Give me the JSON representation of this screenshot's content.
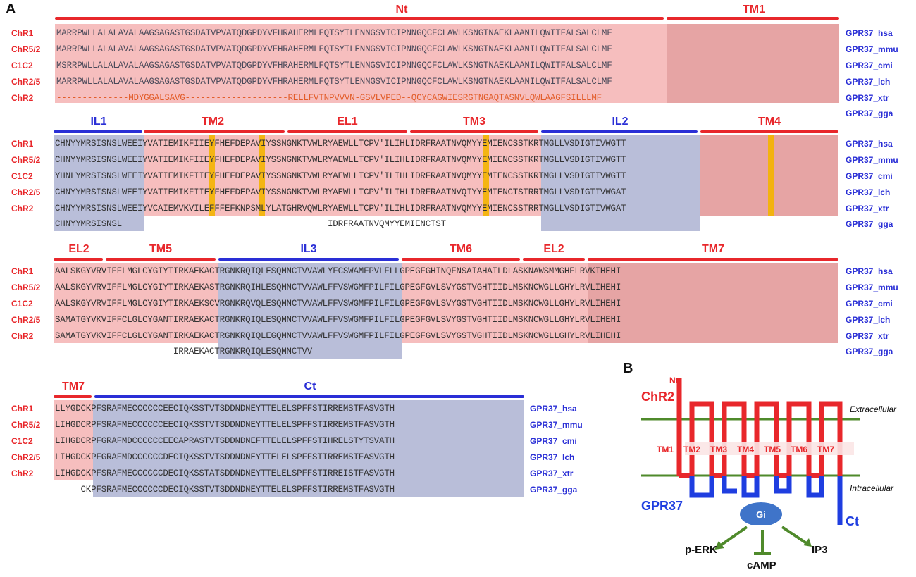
{
  "panels": {
    "a": "A",
    "b": "B"
  },
  "colors": {
    "red": "#e8272b",
    "blue": "#2a2fd6",
    "orange": "#e25d2a",
    "membrane": "#4f8a2b",
    "yellow": "#f4b400"
  },
  "block1": {
    "labels": [
      "Nt",
      "TM1"
    ],
    "rows": [
      "ChR1",
      "ChR5/2",
      "C1C2",
      "ChR2/5",
      "ChR2"
    ],
    "gpr": [
      "GPR37_hsa",
      "GPR37_mmu",
      "GPR37_cmi",
      "GPR37_lch",
      "GPR37_xtr",
      "GPR37_gga"
    ],
    "seqs": [
      "MARRPWLLALALAVALAAGSAGASTGSDATVPVATQDGPDYVFHRAHERMLFQTSYTLENNGSVICIPNNGQCFCLAWLKSNGTNAEKLAANILQWITFALSALCLMF",
      "MARRPWLLALALAVALAAGSAGASTGSDATVPVATQDGPDYVFHRAHERMLFQTSYTLENNGSVICIPNNGQCFCLAWLKSNGTNAEKLAANILQWITFALSALCLMF",
      "MSRRPWLLALALAVALAAGSAGASTGSDATVPVATQDGPDYVFHRAHERMLFQTSYTLENNGSVICIPNNGQCFCLAWLKSNGTNAEKLAANILQWITFALSALCLMF",
      "MARRPWLLALALAVALAAGSAGASTGSDATVPVATQDGPDYVFHRAHERMLFQTSYTLENNGSVICIPNNGQCFCLAWLKSNGTNAEKLAANILQWITFALSALCLMF",
      "--------------MDYGGALSAVG--------------------RELLFVTNPVVVN-GSVLVPED--QCYCAGWIESRGTNGAQTASNVLQWLAAGFSILLLMF"
    ]
  },
  "block2": {
    "labels": [
      "IL1",
      "TM2",
      "EL1",
      "TM3",
      "IL2",
      "TM4"
    ],
    "rows": [
      "ChR1",
      "ChR5/2",
      "C1C2",
      "ChR2/5",
      "ChR2"
    ],
    "gpr": [
      "GPR37_hsa",
      "GPR37_mmu",
      "GPR37_cmi",
      "GPR37_lch",
      "GPR37_xtr",
      "GPR37_gga"
    ],
    "seqs": [
      "CHNYYMRSISNSLWEEIYVATIEMIKFIIEYFHEFDEPAVIYSSNGNKTVWLRYAEWLLTCPV'ILIHLIDRFRAATNVQMYYEMIENCSSTKRTMGLLVSDIGTIVWGTT",
      "CHNYYMRSISNSLWEEIYVATIEMIKFIIEYFHEFDEPAVIYSSNGNKTVWLRYAEWLLTCPV'ILIHLIDRFRAATNVQMYYEMIENCSSTKRTMGLLVSDIGTIVWGTT",
      "YHNLYMRSISNSLWEEIYVATIEMIKFIIEYFHEFDEPAVIYSSNGNKTVWLRYAEWLLTCPV'ILIHLIDRFRAATNVQMYYEMIENCSSTKRTMGLLVSDIGTIVWGTT",
      "CHNYYMRSISNSLWEEIYVATIEMIKFIIEYFHEFDEPAVIYSSNGNKTVWLRYAEWLLTCPV'ILIHLIDRFRAATNVQIYYEMIENCTSTRRTMGLLVSDIGTIVWGAT",
      "CHNYYMRSISNSLWEEIYVCAIEMVKVILEFFFEFKNPSMLYLATGHRVQWLRYAEWLLTCPV'ILIHLIDRFRAATNVQMYYEMIENCSSTRRTMGLLVSDIGTIVWGAT",
      "CHNYYMRSISNSL                                        IDRFRAATNVQMYYEMIENCTST"
    ]
  },
  "block3": {
    "labels": [
      "EL2",
      "TM5",
      "IL3",
      "TM6",
      "EL2",
      "TM7"
    ],
    "rows": [
      "ChR1",
      "ChR5/2",
      "C1C2",
      "ChR2/5",
      "ChR2"
    ],
    "gpr": [
      "GPR37_hsa",
      "GPR37_mmu",
      "GPR37_cmi",
      "GPR37_lch",
      "GPR37_xtr",
      "GPR37_gga"
    ],
    "seqs": [
      "AALSKGYVRVIFFLMGLCYGIYTIRKAEKACTRGNKRQIQLESQMNCTVVAWLYFCSWAMFPVLFLLGPEGFGHINQFNSAIAHAILDLASKNAWSMMGHFLRVKIHEHI",
      "AALSKGYVRVIFFLMGLCYGIYTIRKAEKASTRGNKRQIHLESQMNCTVVAWLFFVSWGMFPILFILGPEGFGVLSVYGSTVGHTIIDLMSKNCWGLLGHYLRVLIHEHI",
      "AALSKGYVRVIFFLMGLCYGIYTIRKAEKSCVRGNKRQVQLESQMNCTVVAWLFFVSWGMFPILFILGPEGFGVLSVYGSTVGHTIIDLMSKNCWGLLGHYLRVLIHEHI",
      "SAMATGYVKVIFFCLGLCYGANTIRRAEKACTRGNKRQIQLESQMNCTVVAWLFFVSWGMFPILFILGPEGFGVLSVYGSTVGHTIIDLMSKNCWGLLGHYLRVLIHEHI",
      "SAMATGYVKVIFFCLGLCYGANTIRKAEKACTRGNKRQIQLEGQMNCTVVAWLFFVSWGMFPILFILGPEGFGVLSVYGSTVGHTIIDLMSKNCWGLLGHYLRVLIHEHI",
      "                       IRRAEKACTRGNKRQIQLESQMNCTVV"
    ]
  },
  "block4": {
    "labels": [
      "TM7",
      "Ct"
    ],
    "rows": [
      "ChR1",
      "ChR5/2",
      "C1C2",
      "ChR2/5",
      "ChR2"
    ],
    "gpr": [
      "GPR37_hsa",
      "GPR37_mmu",
      "GPR37_cmi",
      "GPR37_lch",
      "GPR37_xtr",
      "GPR37_gga"
    ],
    "seqs": [
      "LLYGDCKPFSRAFMECCCCCCEECIQKSSTVTSDDNDNEYTTELELSPFFSTIRREMSTFASVGTH",
      "LIHGDCRPFSRAFMECCCCCCEECIQKSSTVTSDDNDNEYTTELELSPFFSTIRREMSTFASVGTH",
      "LIHGDCRPFGRAFMDCCCCCCEECAPRASTVTSDDNDNEFTTELELSPFFSTIHRELSTYTSVATH",
      "LIHGDCKPFGRAFMDCCCCCCDECIQKSSTVTSDDNDNEYTTELELSPFFSTIRREMSTFASVGTH",
      "LIHGDCKPFSRAFMECCCCCCDECIQKSSTATSDDNDNEYTTELELSPFFSTIRREISTFASVGTH",
      "     CKPFSRAFMECCCCCCDECIQKSSTVTSDDNDNEYTTELELSPFFSTIRREMSTFASVGTH"
    ]
  },
  "panel_b": {
    "nt": "Nt",
    "chr2": "ChR2",
    "gpr37": "GPR37",
    "ct": "Ct",
    "extracellular": "Extracellular",
    "intracellular": "Intracellular",
    "tms": [
      "TM1",
      "TM2",
      "TM3",
      "TM4",
      "TM5",
      "TM6",
      "TM7"
    ],
    "gi": "Gi",
    "perk": "p-ERK",
    "camp": "cAMP",
    "ip3": "IP3"
  }
}
